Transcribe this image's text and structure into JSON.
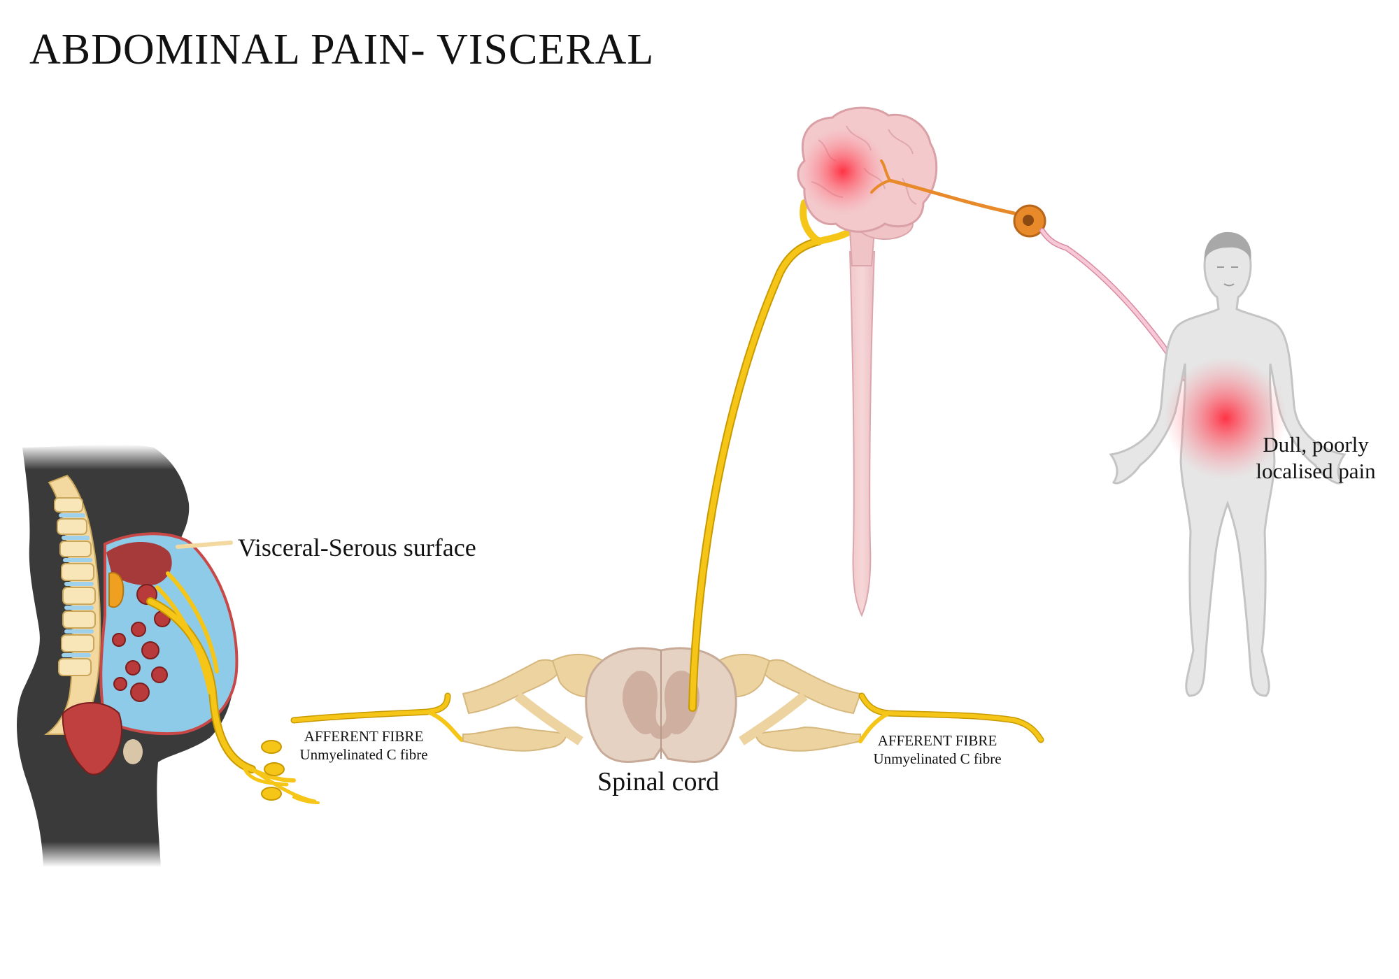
{
  "title": "ABDOMINAL PAIN- VISCERAL",
  "labels": {
    "serous_surface": "Visceral-Serous surface",
    "spinal_cord": "Spinal cord",
    "afferent_left_line1": "AFFERENT FIBRE",
    "afferent_left_line2": "Unmyelinated C fibre",
    "afferent_right_line1": "AFFERENT FIBRE",
    "afferent_right_line2": "Unmyelinated C fibre",
    "pain_line1": "Dull, poorly",
    "pain_line2": "localised pain"
  },
  "colors": {
    "nerve_yellow": "#f5c518",
    "nerve_outline": "#c89a00",
    "orange_neuron": "#e8892a",
    "pink_neuron": "#f2b8c8",
    "brain": "#f3c9cc",
    "pain_red": "#ff3b4a",
    "body_silhouette": "#3a3a3a",
    "abdominal_cavity": "#8ecbe8",
    "spine_bone": "#f3d9a0",
    "organ_red": "#b83a3a",
    "spinal_cord_tissue": "#e6d2c3",
    "spinal_grey_matter": "#c9a99a",
    "nerve_root_tan": "#ecd3a0",
    "human_figure": "#e6e6e6"
  },
  "icons": {
    "body": "side-profile-torso-icon",
    "brain": "brain-icon",
    "person": "human-figure-icon",
    "neuron": "neuron-cell-body-icon"
  }
}
